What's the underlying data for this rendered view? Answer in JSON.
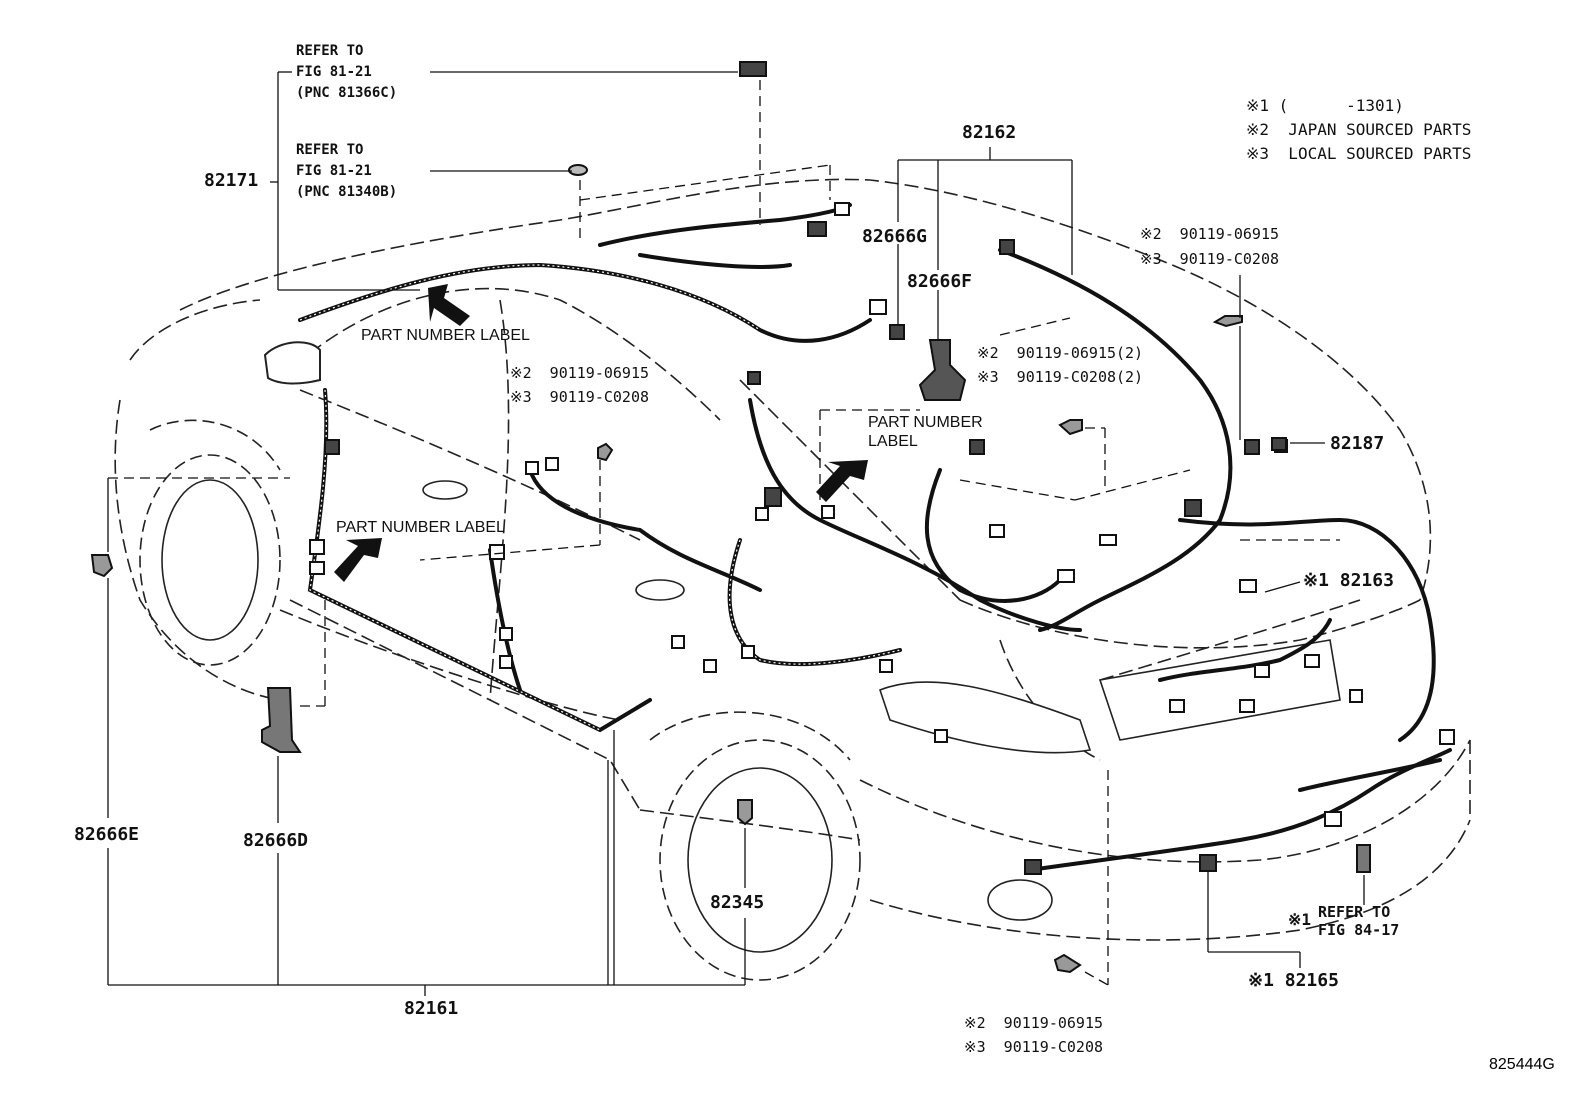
{
  "diagram": {
    "illustration_id": "825444G",
    "legend": {
      "note1": "※1 (      -1301)",
      "note2": "※2  JAPAN SOURCED PARTS",
      "note3": "※3  LOCAL SOURCED PARTS"
    },
    "refer_fig_81_21_a": [
      "REFER TO",
      "FIG 81-21",
      "(PNC 81366C)"
    ],
    "refer_fig_81_21_b": [
      "REFER TO",
      "FIG 81-21",
      "(PNC 81340B)"
    ],
    "refer_fig_84_17": [
      "REFER TO",
      "FIG 84-17"
    ],
    "refer_mark": "※1",
    "part_number_label": "PART NUMBER LABEL",
    "part_number_label_split": [
      "PART NUMBER",
      "LABEL"
    ],
    "parts": {
      "p82171": "82171",
      "p82162": "82162",
      "p82666G": "82666G",
      "p82666F": "82666F",
      "p82187": "82187",
      "p82163": "※1 82163",
      "p82666E": "82666E",
      "p82666D": "82666D",
      "p82345": "82345",
      "p82161": "82161",
      "p82165": "※1 82165"
    },
    "bolt_codes": {
      "top_right": [
        "※2  90119-06915",
        "※3  90119-C0208"
      ],
      "center": [
        "※2  90119-06915(2)",
        "※3  90119-C0208(2)"
      ],
      "left_center": [
        "※2  90119-06915",
        "※3  90119-C0208"
      ],
      "bottom": [
        "※2  90119-06915",
        "※3  90119-C0208"
      ]
    }
  }
}
